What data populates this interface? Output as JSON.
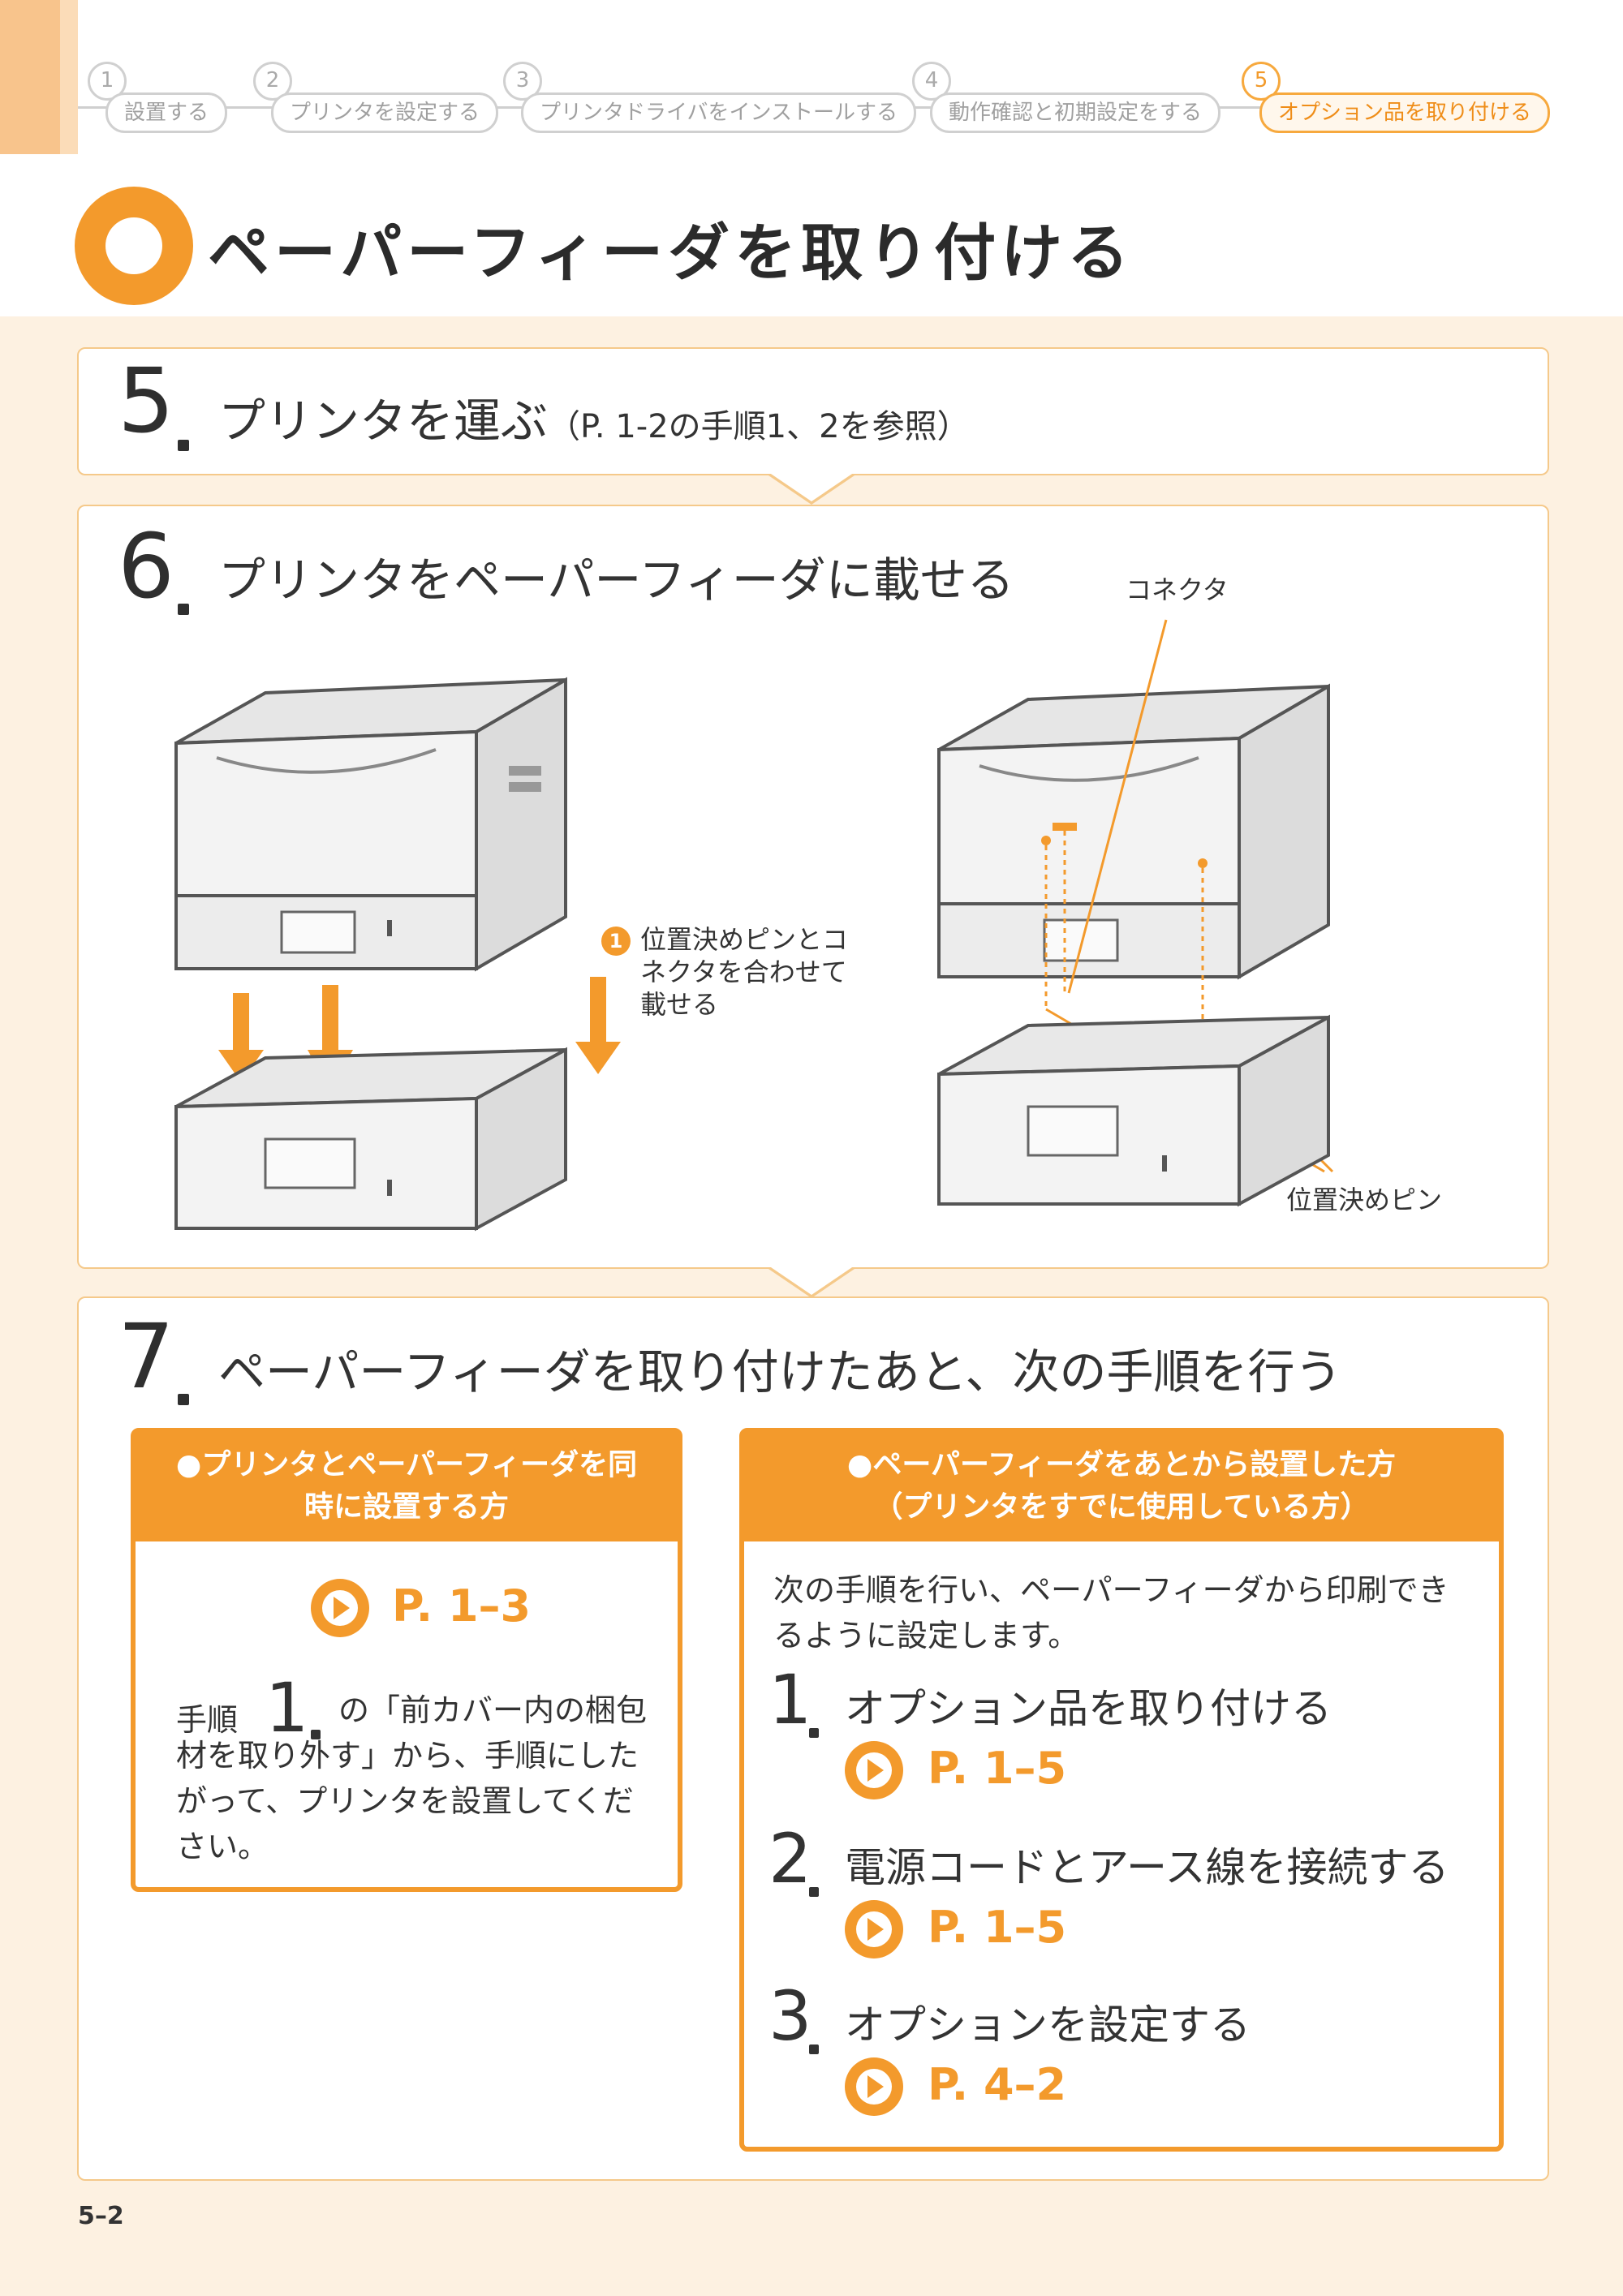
{
  "progress": [
    {
      "num": "1",
      "label": "設置する"
    },
    {
      "num": "2",
      "label": "プリンタを設定する"
    },
    {
      "num": "3",
      "label": "プリンタドライバをインストールする"
    },
    {
      "num": "4",
      "label": "動作確認と初期設定をする"
    },
    {
      "num": "5",
      "label": "オプション品を取り付ける"
    }
  ],
  "page_title": "ペーパーフィーダを取り付ける",
  "step5": {
    "num": "5",
    "text": "プリンタを運ぶ",
    "note": "（P. 1-2の手順1、2を参照）"
  },
  "step6": {
    "num": "6",
    "text": "プリンタをペーパーフィーダに載せる",
    "callout_num": "1",
    "callout_text": "位置決めピンとコネクタを合わせて載せる",
    "label_connector": "コネクタ",
    "label_pin": "位置決めピン"
  },
  "step7": {
    "num": "7",
    "text": "ペーパーフィーダを取り付けたあと、次の手順を行う",
    "left": {
      "head": "●プリンタとペーパーフィーダを同時に設置する方",
      "ref": "P. 1–3",
      "pre": "手順",
      "step": "1",
      "body": "の「前カバー内の梱包材を取り外す」から、手順にしたがって、プリンタを設置してください。"
    },
    "right": {
      "head_line1": "●ペーパーフィーダをあとから設置した方",
      "head_line2": "（プリンタをすでに使用している方）",
      "intro": "次の手順を行い、ペーパーフィーダから印刷できるように設定します。",
      "items": [
        {
          "num": "1",
          "text": "オプション品を取り付ける",
          "ref": "P. 1–5"
        },
        {
          "num": "2",
          "text": "電源コードとアース線を接続する",
          "ref": "P. 1–5"
        },
        {
          "num": "3",
          "text": "オプションを設定する",
          "ref": "P. 4–2"
        }
      ]
    }
  },
  "footer": "5–2"
}
